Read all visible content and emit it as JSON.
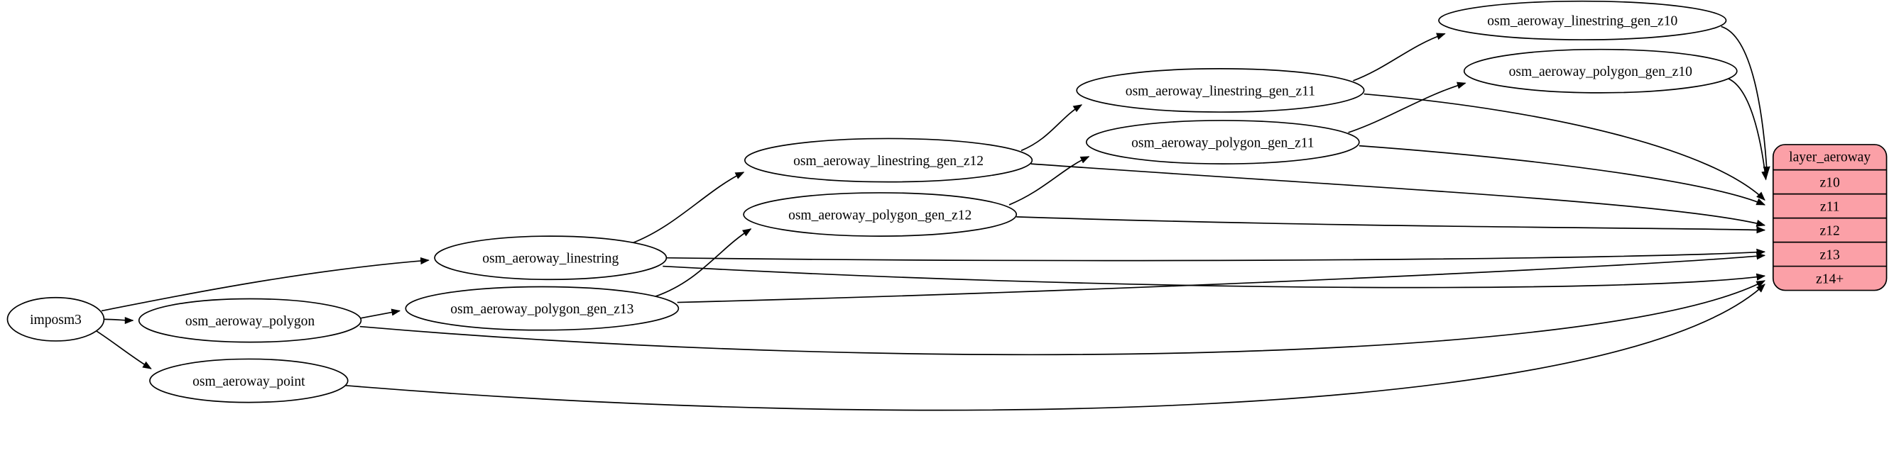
{
  "nodes": {
    "imposm3": "imposm3",
    "osm_aeroway_polygon": "osm_aeroway_polygon",
    "osm_aeroway_point": "osm_aeroway_point",
    "osm_aeroway_linestring": "osm_aeroway_linestring",
    "osm_aeroway_polygon_gen_z13": "osm_aeroway_polygon_gen_z13",
    "osm_aeroway_linestring_gen_z12": "osm_aeroway_linestring_gen_z12",
    "osm_aeroway_polygon_gen_z12": "osm_aeroway_polygon_gen_z12",
    "osm_aeroway_linestring_gen_z11": "osm_aeroway_linestring_gen_z11",
    "osm_aeroway_polygon_gen_z11": "osm_aeroway_polygon_gen_z11",
    "osm_aeroway_linestring_gen_z10": "osm_aeroway_linestring_gen_z10",
    "osm_aeroway_polygon_gen_z10": "osm_aeroway_polygon_gen_z10"
  },
  "record": {
    "title": "layer_aeroway",
    "rows": [
      "z10",
      "z11",
      "z12",
      "z13",
      "z14+"
    ]
  },
  "colors": {
    "record_fill": "#fba0a7",
    "node_fill": "#ffffff",
    "stroke": "#000000"
  },
  "edges": [
    {
      "from": "imposm3",
      "to": "osm_aeroway_polygon"
    },
    {
      "from": "imposm3",
      "to": "osm_aeroway_point"
    },
    {
      "from": "imposm3",
      "to": "osm_aeroway_linestring"
    },
    {
      "from": "osm_aeroway_linestring",
      "to": "osm_aeroway_linestring_gen_z12"
    },
    {
      "from": "osm_aeroway_linestring_gen_z12",
      "to": "osm_aeroway_linestring_gen_z11"
    },
    {
      "from": "osm_aeroway_linestring_gen_z11",
      "to": "osm_aeroway_linestring_gen_z10"
    },
    {
      "from": "osm_aeroway_polygon",
      "to": "osm_aeroway_polygon_gen_z13"
    },
    {
      "from": "osm_aeroway_polygon_gen_z13",
      "to": "osm_aeroway_polygon_gen_z12"
    },
    {
      "from": "osm_aeroway_polygon_gen_z12",
      "to": "osm_aeroway_polygon_gen_z11"
    },
    {
      "from": "osm_aeroway_polygon_gen_z11",
      "to": "osm_aeroway_polygon_gen_z10"
    },
    {
      "from": "osm_aeroway_linestring_gen_z10",
      "to": "layer_aeroway:z10"
    },
    {
      "from": "osm_aeroway_polygon_gen_z10",
      "to": "layer_aeroway:z10"
    },
    {
      "from": "osm_aeroway_linestring_gen_z11",
      "to": "layer_aeroway:z11"
    },
    {
      "from": "osm_aeroway_polygon_gen_z11",
      "to": "layer_aeroway:z11"
    },
    {
      "from": "osm_aeroway_linestring_gen_z12",
      "to": "layer_aeroway:z12"
    },
    {
      "from": "osm_aeroway_polygon_gen_z12",
      "to": "layer_aeroway:z12"
    },
    {
      "from": "osm_aeroway_linestring",
      "to": "layer_aeroway:z13"
    },
    {
      "from": "osm_aeroway_polygon_gen_z13",
      "to": "layer_aeroway:z13"
    },
    {
      "from": "osm_aeroway_linestring",
      "to": "layer_aeroway:z14+"
    },
    {
      "from": "osm_aeroway_polygon",
      "to": "layer_aeroway:z14+"
    },
    {
      "from": "osm_aeroway_point",
      "to": "layer_aeroway:z14+"
    }
  ]
}
